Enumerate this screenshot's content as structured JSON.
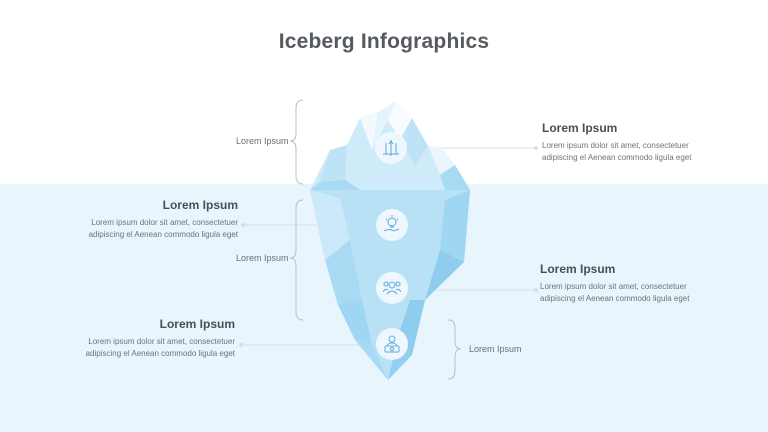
{
  "title": "Iceberg Infographics",
  "colors": {
    "water": "#e9f5fc",
    "ice_light": "#dff1fb",
    "ice_mid": "#b9e1f6",
    "ice_dark": "#8fcdef",
    "icon_circle": "#eef7fd",
    "icon_stroke": "#5fa9d6",
    "line": "#d7dde2"
  },
  "brace_labels": {
    "top": "Lorem Ipsum",
    "middle": "Lorem Ipsum",
    "bottom": "Lorem Ipsum"
  },
  "items": [
    {
      "id": "right-1",
      "heading": "Lorem Ipsum",
      "line1": "Lorem ipsum dolor sit amet, consectetuer",
      "line2": "adipiscing el Aenean commodo ligula eget",
      "icon": "wheat-icon"
    },
    {
      "id": "left-1",
      "heading": "Lorem Ipsum",
      "line1": "Lorem ipsum dolor sit amet, consectetuer",
      "line2": "adipiscing el Aenean commodo ligula eget",
      "icon": "lightbulb-hand-icon"
    },
    {
      "id": "right-2",
      "heading": "Lorem Ipsum",
      "line1": "Lorem ipsum dolor sit amet, consectetuer",
      "line2": "adipiscing el Aenean commodo ligula eget",
      "icon": "team-icon"
    },
    {
      "id": "left-2",
      "heading": "Lorem Ipsum",
      "line1": "Lorem ipsum dolor sit amet, consectetuer",
      "line2": "adipiscing el Aenean commodo ligula eget",
      "icon": "user-money-icon"
    }
  ]
}
